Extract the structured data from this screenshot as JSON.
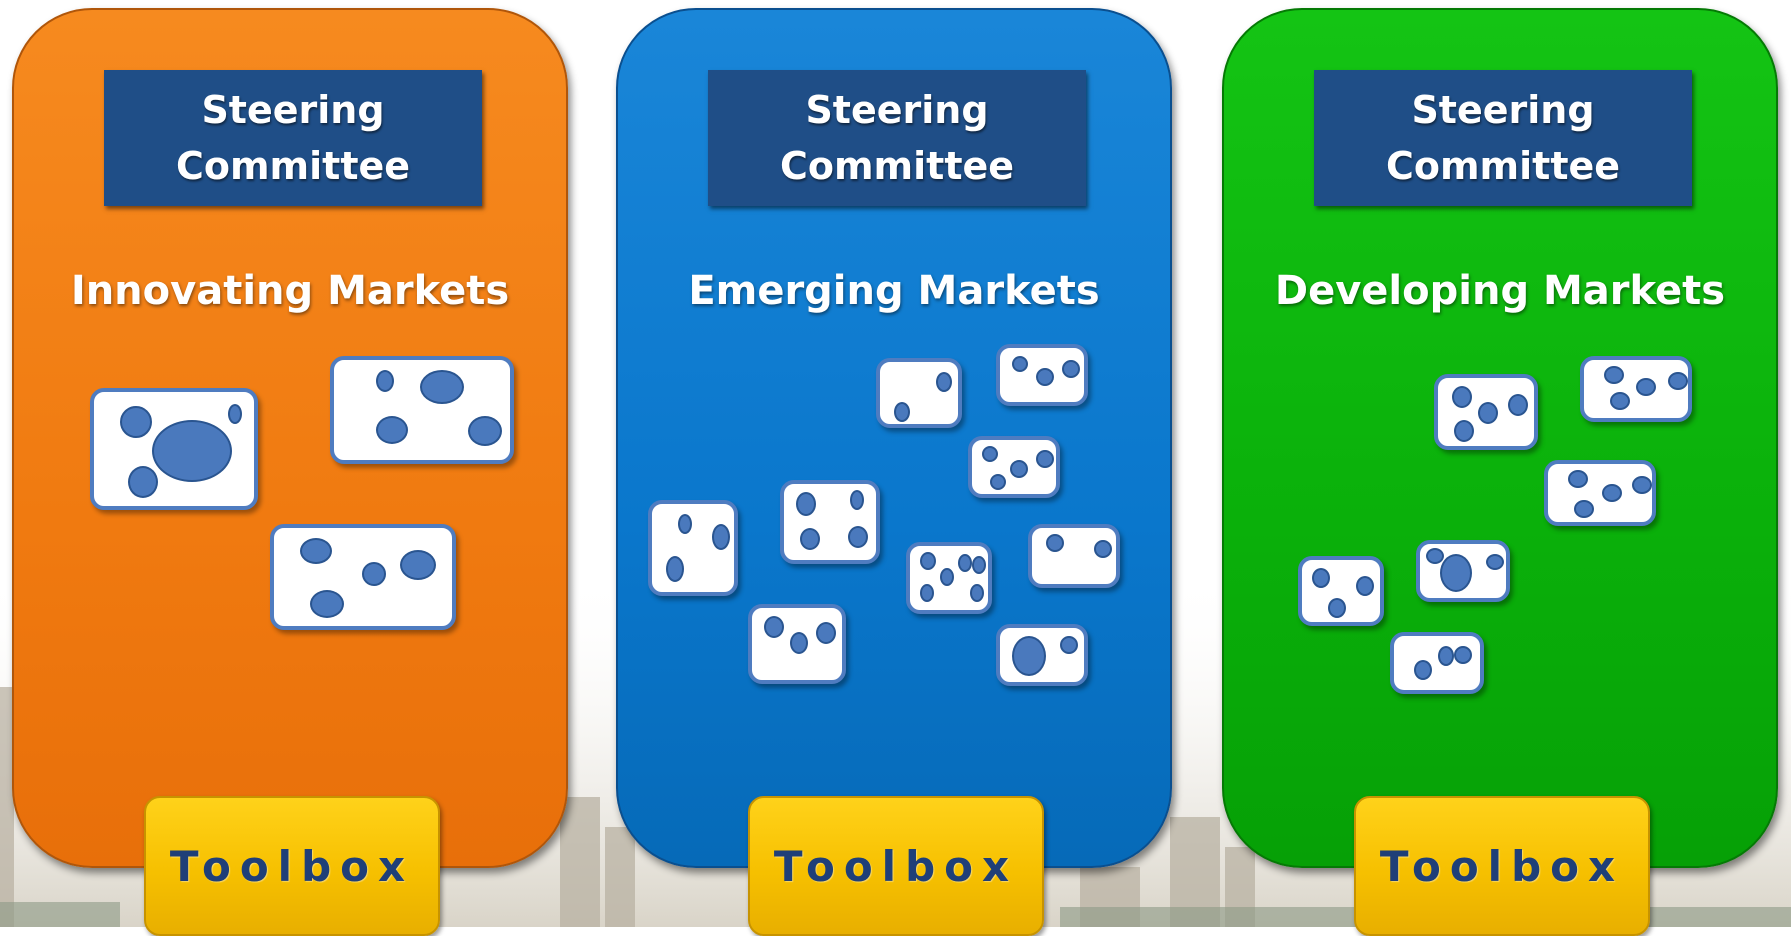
{
  "panels": [
    {
      "id": "innovating",
      "steering": "Steering\nCommittee",
      "title": "Innovating Markets",
      "toolbox": "Toolbox",
      "color": "#f07a10"
    },
    {
      "id": "emerging",
      "steering": "Steering\nCommittee",
      "title": "Emerging Markets",
      "toolbox": "Toolbox",
      "color": "#0a77cc"
    },
    {
      "id": "developing",
      "steering": "Steering\nCommittee",
      "title": "Developing Markets",
      "toolbox": "Toolbox",
      "color": "#0ab00a"
    }
  ],
  "colors": {
    "steering_box": "#1f4e87",
    "card_border": "#4f7cc0",
    "dot_fill": "#4a79bd",
    "toolbox": "#f6c000",
    "toolbox_text": "#1f3f78"
  }
}
